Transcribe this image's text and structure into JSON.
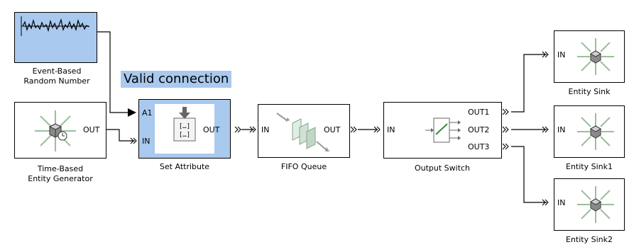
{
  "tooltip": "Valid connection",
  "blocks": {
    "random_number": {
      "caption_line1": "Event-Based",
      "caption_line2": "Random Number"
    },
    "generator": {
      "caption_line1": "Time-Based",
      "caption_line2": "Entity Generator",
      "out": "OUT"
    },
    "set_attribute": {
      "caption": "Set Attribute",
      "in_a1": "A1",
      "in": "IN",
      "out": "OUT"
    },
    "fifo": {
      "caption": "FIFO Queue",
      "in": "IN",
      "out": "OUT"
    },
    "switch": {
      "caption": "Output Switch",
      "in": "IN",
      "out1": "OUT1",
      "out2": "OUT2",
      "out3": "OUT3"
    },
    "sink": {
      "caption": "Entity Sink",
      "in": "IN"
    },
    "sink1": {
      "caption": "Entity Sink1",
      "in": "IN"
    },
    "sink2": {
      "caption": "Entity Sink2",
      "in": "IN"
    }
  },
  "colors": {
    "selection": "#a9c9ee",
    "block_border": "#000000",
    "wire": "#000000"
  },
  "icons": [
    "random-signal-icon",
    "entity-generator-icon",
    "set-attribute-icon",
    "fifo-queue-icon",
    "output-switch-icon",
    "entity-sink-icon"
  ]
}
